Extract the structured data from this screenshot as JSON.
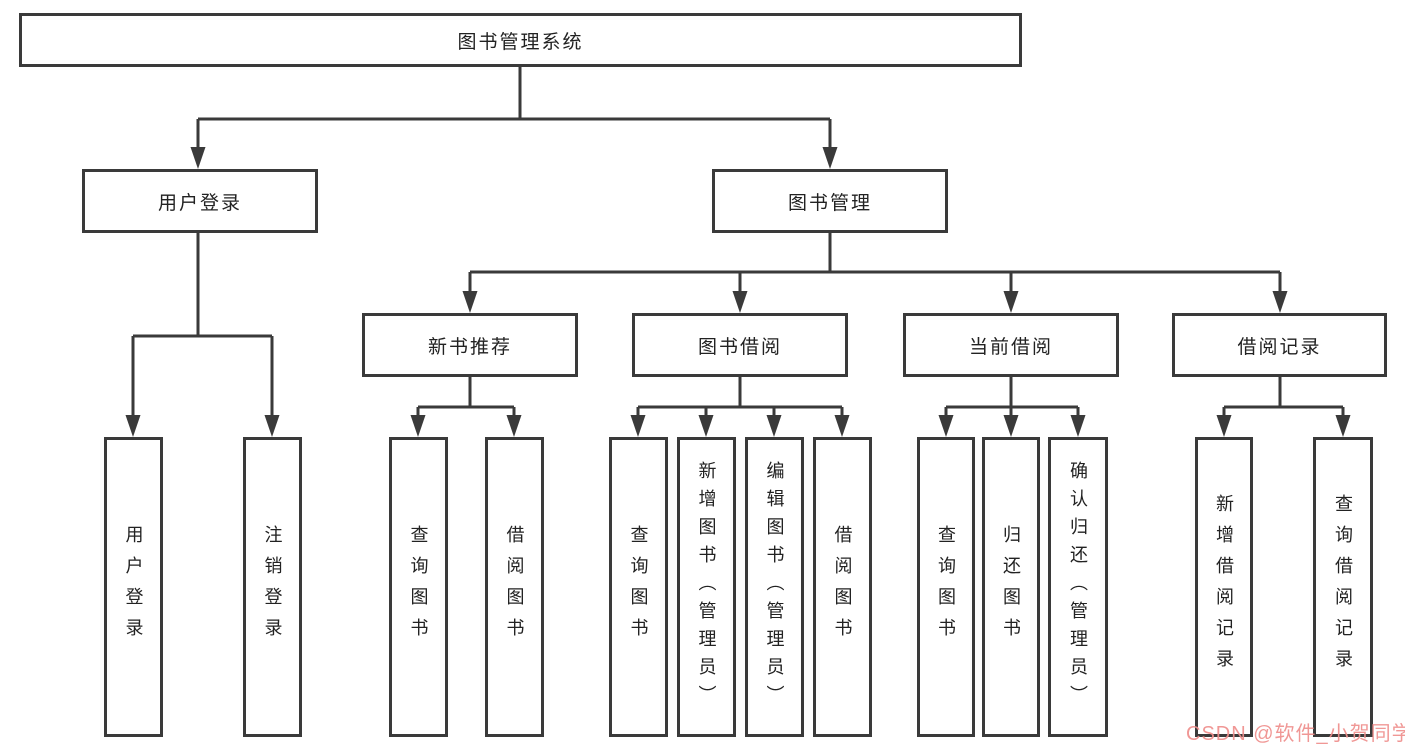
{
  "title": "图书管理系统",
  "level2": {
    "user_login": "用户登录",
    "book_management": "图书管理"
  },
  "level3": {
    "new_book_recommend": "新书推荐",
    "book_borrow": "图书借阅",
    "current_borrow": "当前借阅",
    "borrow_record": "借阅记录"
  },
  "leaves": {
    "login": [
      "用户登录",
      "注销登录"
    ],
    "recommend": [
      "查询图书",
      "借阅图书"
    ],
    "borrow": [
      "查询图书",
      "新增图书（管理员）",
      "编辑图书（管理员）",
      "借阅图书"
    ],
    "current": [
      "查询图书",
      "归还图书",
      "确认归还（管理员）"
    ],
    "record": [
      "新增借阅记录",
      "查询借阅记录"
    ]
  },
  "watermark": "CSDN @软件_小贺同学",
  "colors": {
    "stroke": "#3a3a3a",
    "background": "#ffffff",
    "watermark": "#ef8f8d"
  }
}
